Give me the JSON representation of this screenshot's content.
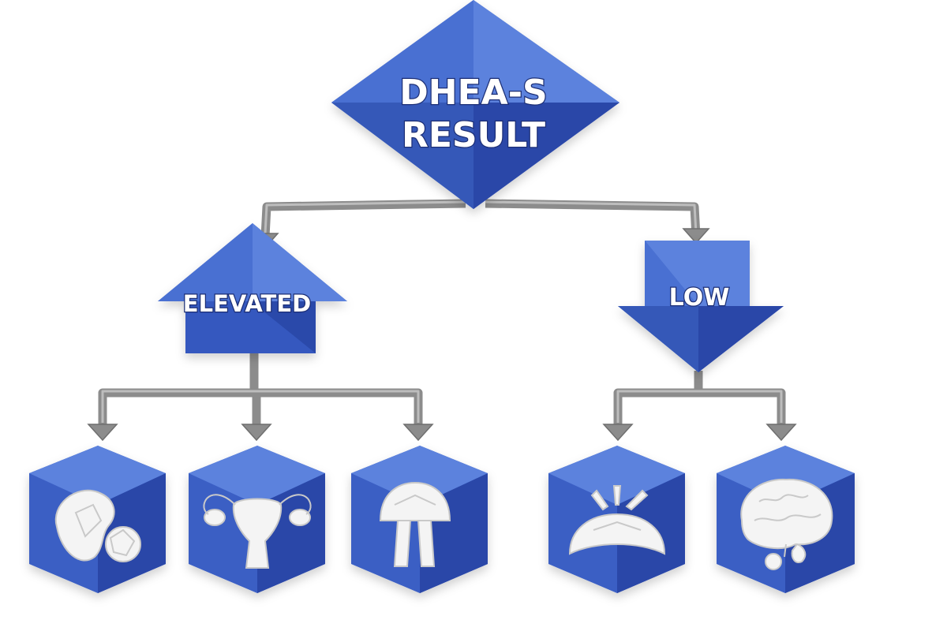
{
  "diagram": {
    "root": {
      "line1": "DHEA-S",
      "line2": "RESULT"
    },
    "branches": {
      "elevated": {
        "label": "ELEVATED"
      },
      "low": {
        "label": "LOW"
      }
    },
    "icons": {
      "elevated": [
        "adrenal-gland-icon",
        "uterus-ovaries-icon",
        "pituitary-icon"
      ],
      "low": [
        "adrenal-insufficiency-icon",
        "brain-pituitary-icon"
      ]
    },
    "colors": {
      "node_blue": "#3f63c7",
      "node_blue_dark": "#2a46a8",
      "node_blue_light": "#5b82dd",
      "connector_gray": "#8c8c8c",
      "icon_white": "#f4f4f4"
    }
  }
}
